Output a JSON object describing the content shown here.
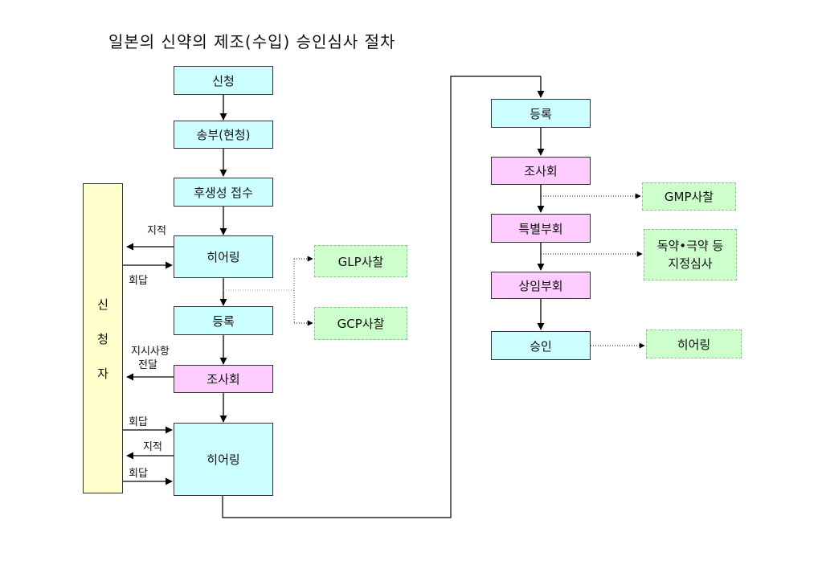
{
  "title": "일본의 신약의 제조(수입) 승인심사 절차",
  "applicant": [
    "신",
    "청",
    "자"
  ],
  "left_flow": {
    "apply": "신청",
    "forward": "송부(현청)",
    "receipt": "후생성 접수",
    "hearing1": "히어링",
    "register": "등록",
    "investigation": "조사회",
    "hearing2": "히어링"
  },
  "inspections": {
    "glp": "GLP사찰",
    "gcp": "GCP사찰"
  },
  "side_labels": {
    "point_out_1": "지적",
    "reply_1": "회답",
    "instruction_line1": "지시사항",
    "instruction_line2": "전달",
    "reply_2": "회답",
    "point_out_2": "지적",
    "reply_3": "회답"
  },
  "right_flow": {
    "register": "등록",
    "investigation": "조사회",
    "special_subcommittee": "특별부회",
    "standing_subcommittee": "상임부회",
    "approval": "승인"
  },
  "right_side": {
    "gmp": "GMP사찰",
    "designation_line1": "독약•극약 등",
    "designation_line2": "지정심사",
    "hearing": "히어링"
  }
}
